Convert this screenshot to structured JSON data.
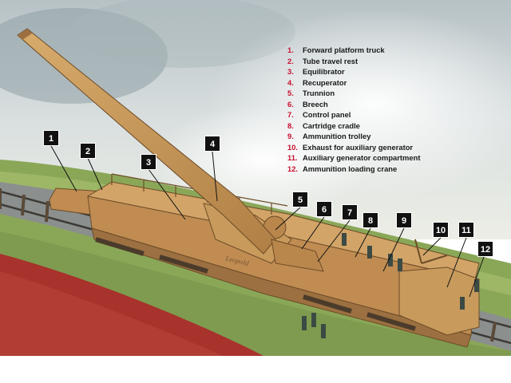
{
  "legend": {
    "items": [
      {
        "number": "1.",
        "label": "Forward platform truck"
      },
      {
        "number": "2.",
        "label": "Tube travel rest"
      },
      {
        "number": "3.",
        "label": "Equilibrator"
      },
      {
        "number": "4.",
        "label": "Recuperator"
      },
      {
        "number": "5.",
        "label": "Trunnion"
      },
      {
        "number": "6.",
        "label": "Breech"
      },
      {
        "number": "7.",
        "label": "Control panel"
      },
      {
        "number": "8.",
        "label": "Cartridge cradle"
      },
      {
        "number": "9.",
        "label": "Ammunition trolley"
      },
      {
        "number": "10.",
        "label": "Exhaust for auxiliary generator"
      },
      {
        "number": "11.",
        "label": "Auxiliary generator compartment"
      },
      {
        "number": "12.",
        "label": "Ammunition loading crane"
      }
    ]
  },
  "callouts": [
    "1",
    "2",
    "3",
    "4",
    "5",
    "6",
    "7",
    "8",
    "9",
    "10",
    "11",
    "12"
  ],
  "hull_marking": "Leopold",
  "colors": {
    "legend_number": "#c8102e",
    "callout_box": "#111111",
    "gun_body": "#c89a5c",
    "sky": "#c9d3d6",
    "field_red": "#a8322c",
    "grass": "#86a655"
  }
}
